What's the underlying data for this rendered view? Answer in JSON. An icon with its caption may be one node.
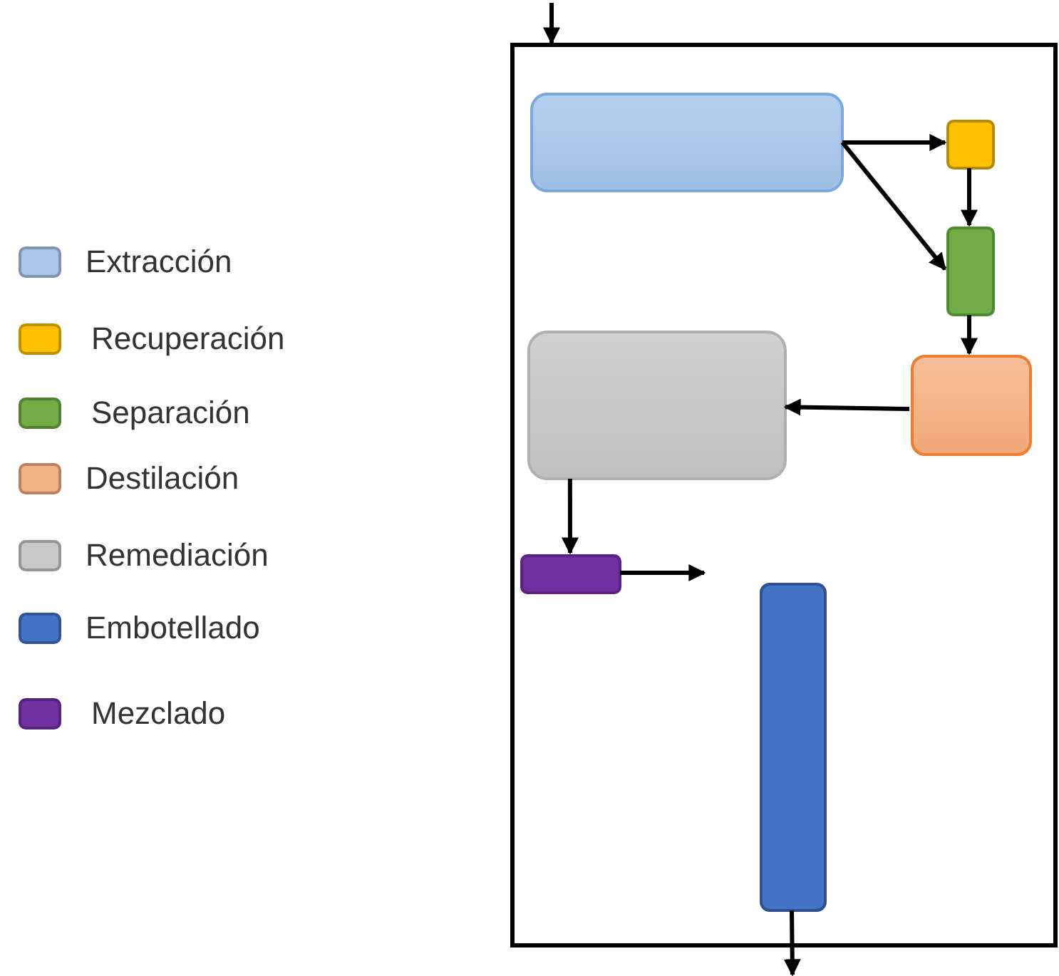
{
  "diagram": {
    "nodes": [
      {
        "text": [],
        "shape": "box"
      },
      {
        "text": [],
        "shape": "box",
        "in": 0
      },
      {
        "text": [],
        "shape": "box",
        "in": 0
      },
      {
        "text": [],
        "shape": "box",
        "in": 0
      },
      {
        "text": [],
        "shape": "box",
        "in": 0
      },
      {
        "text": [],
        "shape": "box",
        "in": 0
      },
      {
        "text": [],
        "shape": "box",
        "in": 0
      },
      {
        "text": [],
        "shape": "box",
        "in": 0
      }
    ],
    "edges": [
      {
        "from": null,
        "to": 0,
        "arrow": "to"
      },
      {
        "from": 1,
        "to": 2,
        "arrow": "to"
      },
      {
        "from": 1,
        "to": 3,
        "arrow": "to"
      },
      {
        "from": 2,
        "to": 3,
        "arrow": "to"
      },
      {
        "from": 3,
        "to": 4,
        "arrow": "to"
      },
      {
        "from": 4,
        "to": 5,
        "arrow": "to"
      },
      {
        "from": 5,
        "to": 6,
        "arrow": "to"
      },
      {
        "from": 6,
        "to": null,
        "arrow": "to"
      },
      {
        "from": 7,
        "to": null,
        "arrow": "to"
      }
    ],
    "legend": [
      {
        "text": "Extracción",
        "color": "#a9c6ea"
      },
      {
        "text": "Recuperación",
        "color": "#ffc000"
      },
      {
        "text": "Separación",
        "color": "#70ad47"
      },
      {
        "text": "Destilación",
        "color": "#f4b183"
      },
      {
        "text": "Remediación",
        "color": "#c9c9c9"
      },
      {
        "text": "Embotellado",
        "color": "#4472c4"
      },
      {
        "text": "Mezclado",
        "color": "#7030a0"
      }
    ]
  }
}
